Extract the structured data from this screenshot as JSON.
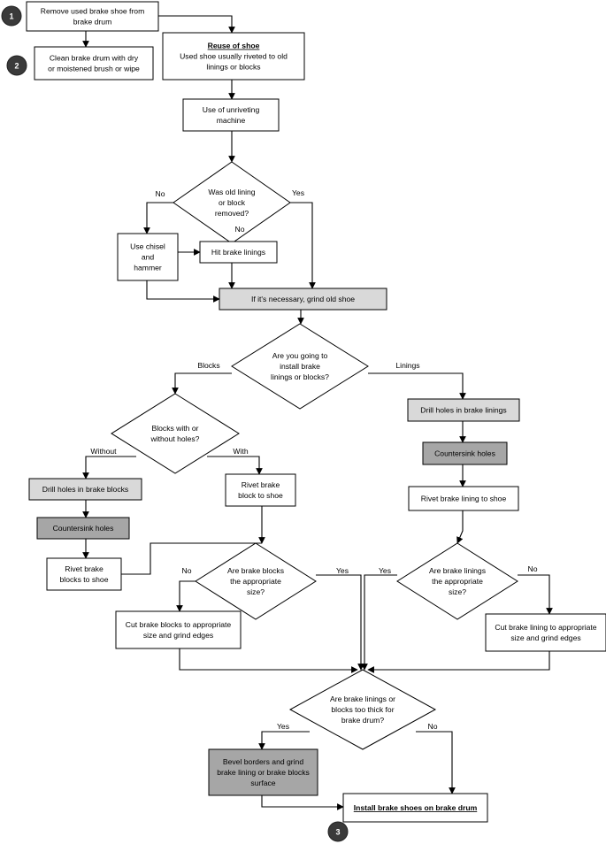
{
  "colors": {
    "line": "#000000",
    "box_fill": "#ffffff",
    "highlight_light": "#d9d9d9",
    "highlight_dark": "#a6a6a6",
    "badge": "#3a3a3a"
  },
  "steps": [
    {
      "id": "remove",
      "lines": [
        "Remove used brake shoe from",
        "brake drum"
      ],
      "fill": "white"
    },
    {
      "id": "clean",
      "lines": [
        "Clean brake drum with dry",
        "or moistened brush or wipe"
      ],
      "fill": "white"
    },
    {
      "id": "reuse",
      "lines": [
        "Reuse of shoe",
        "Used shoe usually riveted to old",
        "linings or blocks"
      ],
      "fill": "white",
      "heading": "Reuse of shoe"
    },
    {
      "id": "unrivet",
      "lines": [
        "Use of unriveting",
        "machine"
      ],
      "fill": "white"
    },
    {
      "id": "q_removed",
      "lines": [
        "Was old lining",
        "or block",
        "removed?"
      ],
      "fill": "white"
    },
    {
      "id": "chisel",
      "lines": [
        "Use chisel",
        "and",
        "hammer"
      ],
      "fill": "white"
    },
    {
      "id": "hit",
      "lines": [
        "Hit brake linings"
      ],
      "fill": "white"
    },
    {
      "id": "grind",
      "lines": [
        "If it's necessary, grind old shoe"
      ],
      "fill": "light"
    },
    {
      "id": "q_install",
      "lines": [
        "Are you going to",
        "install brake",
        "linings or blocks?"
      ],
      "fill": "white"
    },
    {
      "id": "q_holes",
      "lines": [
        "Blocks with or",
        "without holes?"
      ],
      "fill": "white"
    },
    {
      "id": "drill_blocks",
      "lines": [
        "Drill holes in brake blocks"
      ],
      "fill": "light"
    },
    {
      "id": "countersink_left",
      "lines": [
        "Countersink holes"
      ],
      "fill": "dark"
    },
    {
      "id": "rivet_blocks",
      "lines": [
        "Rivet brake",
        "blocks to shoe"
      ],
      "fill": "white"
    },
    {
      "id": "rivet_block",
      "lines": [
        "Rivet brake",
        "block to shoe"
      ],
      "fill": "white"
    },
    {
      "id": "drill_linings",
      "lines": [
        "Drill holes in brake linings"
      ],
      "fill": "light"
    },
    {
      "id": "countersink_right",
      "lines": [
        "Countersink holes"
      ],
      "fill": "dark"
    },
    {
      "id": "rivet_lining",
      "lines": [
        "Rivet brake lining to shoe"
      ],
      "fill": "white"
    },
    {
      "id": "q_blocks_size",
      "lines": [
        "Are brake blocks",
        "the appropriate",
        "size?"
      ],
      "fill": "white"
    },
    {
      "id": "q_linings_size",
      "lines": [
        "Are brake linings",
        "the appropriate",
        "size?"
      ],
      "fill": "white"
    },
    {
      "id": "cut_blocks",
      "lines": [
        "Cut brake blocks to appropriate",
        "size and grind edges"
      ],
      "fill": "white"
    },
    {
      "id": "cut_linings",
      "lines": [
        "Cut brake lining to appropriate",
        "size and grind edges"
      ],
      "fill": "white"
    },
    {
      "id": "q_thick",
      "lines": [
        "Are brake linings or",
        "blocks too thick for",
        "brake drum?"
      ],
      "fill": "white"
    },
    {
      "id": "bevel",
      "lines": [
        "Bevel borders and grind",
        "brake lining or brake blocks",
        "surface"
      ],
      "fill": "dark"
    },
    {
      "id": "install",
      "lines": [
        "Install brake shoes on brake drum"
      ],
      "fill": "white",
      "heading": "Install brake shoes on brake drum"
    }
  ],
  "edge_labels": [
    {
      "id": "no_left",
      "text": "No"
    },
    {
      "id": "yes_right",
      "text": "Yes"
    },
    {
      "id": "no_down",
      "text": "No"
    },
    {
      "id": "blocks",
      "text": "Blocks"
    },
    {
      "id": "linings",
      "text": "Linings"
    },
    {
      "id": "without",
      "text": "Without"
    },
    {
      "id": "with",
      "text": "With"
    },
    {
      "id": "blocks_no",
      "text": "No"
    },
    {
      "id": "blocks_yes",
      "text": "Yes"
    },
    {
      "id": "linings_yes",
      "text": "Yes"
    },
    {
      "id": "linings_no",
      "text": "No"
    },
    {
      "id": "thick_yes",
      "text": "Yes"
    },
    {
      "id": "thick_no",
      "text": "No"
    }
  ],
  "badges": [
    {
      "id": "badge1",
      "text": "1"
    },
    {
      "id": "badge2",
      "text": "2"
    },
    {
      "id": "badge3",
      "text": "3"
    }
  ]
}
